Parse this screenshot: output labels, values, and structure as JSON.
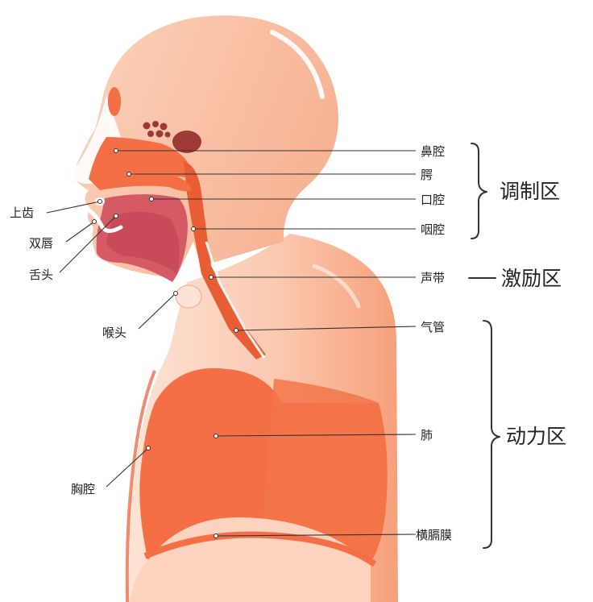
{
  "labels": {
    "upper_teeth": "上齿",
    "lips": "双唇",
    "tongue": "舌头",
    "larynx": "喉头",
    "thorax": "胸腔",
    "nasal_cavity": "鼻腔",
    "palate": "腭",
    "oral_cavity": "口腔",
    "pharynx": "咽腔",
    "vocal_cords": "声带",
    "trachea": "气管",
    "lungs": "肺",
    "diaphragm": "横膈膜"
  },
  "groups": {
    "modulation": "调制区",
    "excitation": "激励区",
    "power": "动力区"
  },
  "colors": {
    "skin": "#fbd3bf",
    "skin_dark": "#f6a683",
    "tissue": "#f46f45",
    "airway": "#e85d34",
    "mouth": "#d55a66",
    "sinus": "#9e3a35"
  }
}
